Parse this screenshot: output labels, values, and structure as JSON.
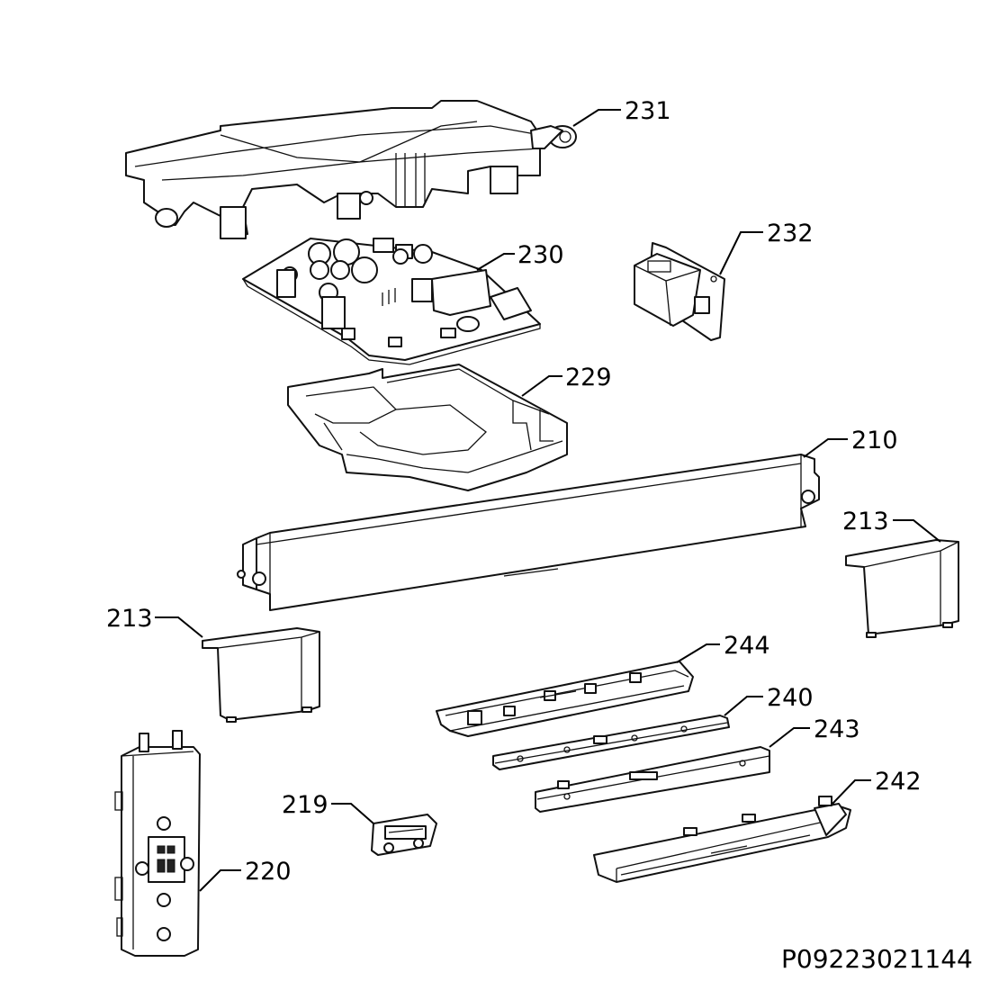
{
  "callouts": [
    {
      "id": "231",
      "label": "231"
    },
    {
      "id": "232",
      "label": "232"
    },
    {
      "id": "230",
      "label": "230"
    },
    {
      "id": "229",
      "label": "229"
    },
    {
      "id": "210",
      "label": "210"
    },
    {
      "id": "213r",
      "label": "213"
    },
    {
      "id": "213l",
      "label": "213"
    },
    {
      "id": "244",
      "label": "244"
    },
    {
      "id": "240",
      "label": "240"
    },
    {
      "id": "243",
      "label": "243"
    },
    {
      "id": "219",
      "label": "219"
    },
    {
      "id": "242",
      "label": "242"
    },
    {
      "id": "220",
      "label": "220"
    }
  ],
  "diagram_code": "P09223021144"
}
